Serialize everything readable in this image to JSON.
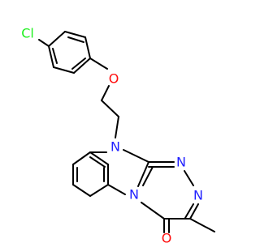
{
  "molecule": {
    "atoms": {
      "chlorine": {
        "label": "Cl",
        "color": "#1ff01f"
      },
      "ether_oxygen": {
        "label": "O",
        "color": "#ff0d0d"
      },
      "carbonyl_oxygen": {
        "label": "O",
        "color": "#ff0d0d"
      },
      "n_ring": {
        "label": "N",
        "color": "#2121ff"
      },
      "n_fused": {
        "label": "N",
        "color": "#2121ff"
      },
      "n_triazine_1": {
        "label": "N",
        "color": "#2121ff"
      },
      "n_triazine_2": {
        "label": "N",
        "color": "#2121ff"
      }
    },
    "bond_color": "#000000"
  }
}
